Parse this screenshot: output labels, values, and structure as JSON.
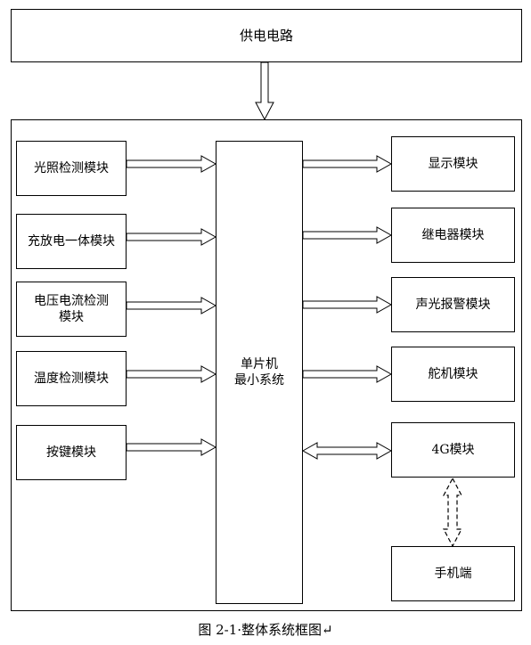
{
  "power": "供电电路",
  "mcu": [
    "单片机",
    "最小系统"
  ],
  "left_modules": [
    "光照检测模块",
    "充放电一体模块",
    "电压电流检测模块",
    "温度检测模块",
    "按键模块"
  ],
  "right_modules": [
    "显示模块",
    "继电器模块",
    "声光报警模块",
    "舵机模块",
    "4G模块"
  ],
  "phone": "手机端",
  "caption": "图 2-1·整体系统框图↵"
}
